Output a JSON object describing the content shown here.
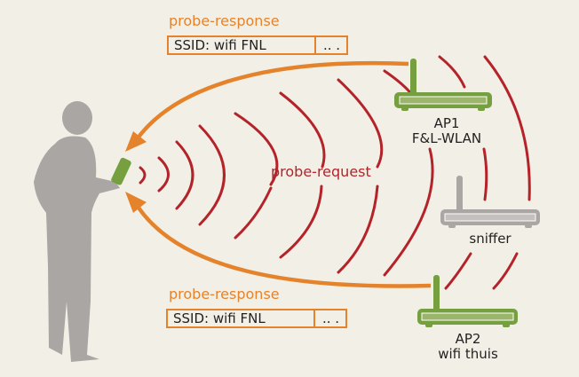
{
  "colors": {
    "background": "#f2f0e6",
    "response": "#e5832c",
    "request": "#b5232a",
    "ap": "#76a040",
    "sniffer": "#aaa6a3",
    "person": "#aaa6a3",
    "phone": "#76a040"
  },
  "top_response": {
    "label": "probe-response",
    "ssid": "SSID: wifi FNL",
    "more": ".. ."
  },
  "bottom_response": {
    "label": "probe-response",
    "ssid": "SSID: wifi FNL",
    "more": ".. ."
  },
  "request_label": "probe-request",
  "ap1": {
    "name": "AP1",
    "ssid": "F&L-WLAN",
    "icon": "router-icon"
  },
  "ap2": {
    "name": "AP2",
    "ssid": "wifi thuis",
    "icon": "router-icon"
  },
  "sniffer": {
    "name": "sniffer",
    "icon": "router-icon"
  },
  "person": {
    "icon": "person-silhouette-icon"
  },
  "phone": {
    "icon": "smartphone-icon"
  }
}
